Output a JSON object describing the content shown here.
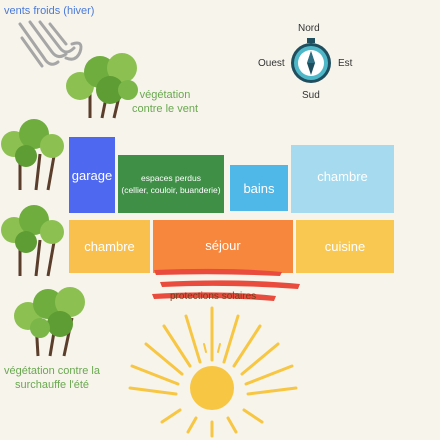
{
  "labels": {
    "cold_winds": "vents froids (hiver)",
    "veg_wind": "végétation contre le vent",
    "veg_summer": "végétation contre la surchauffe l'été",
    "sun_protection": "protections solaires"
  },
  "compass": {
    "north": "Nord",
    "south": "Sud",
    "east": "Est",
    "west": "Ouest"
  },
  "rooms": {
    "garage": "garage",
    "storage_title": "espaces perdus",
    "storage_sub": "(cellier, couloir, buanderie)",
    "bath": "bains",
    "bedroom_ne": "chambre",
    "bedroom_sw": "chambre",
    "living": "séjour",
    "kitchen": "cuisine"
  },
  "colors": {
    "garage": "#4f68f0",
    "storage": "#3f8f47",
    "bath": "#4fb8e8",
    "bedroom_ne": "#a6dbef",
    "bedroom_sw": "#f9c04d",
    "living": "#f7873c",
    "kitchen": "#f9c850",
    "sun": "#f7c642",
    "protection": "#e94b3c",
    "vegetation_label": "#6aa84f",
    "wind_label": "#4a7ad8"
  }
}
